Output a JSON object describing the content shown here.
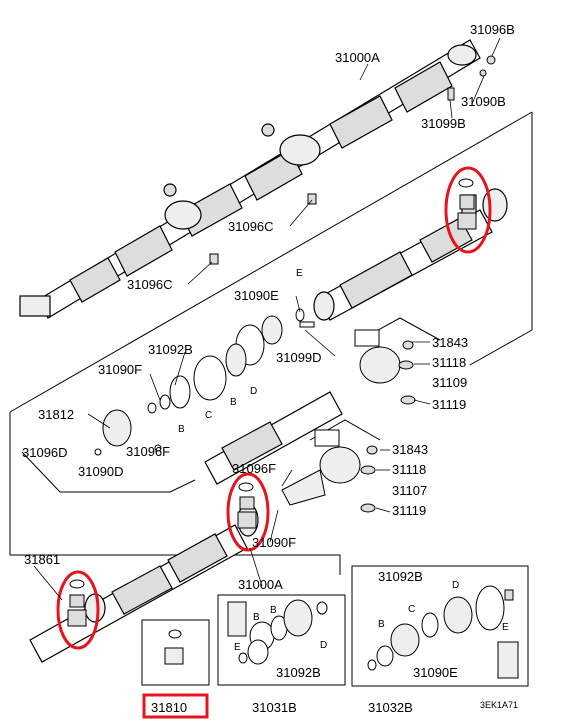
{
  "diagram": {
    "part_labels": {
      "p31096B": "31096B",
      "p31000A_top": "31000A",
      "p31090B": "31090B",
      "p31099B": "31099B",
      "p31096C_1": "31096C",
      "p31096C_2": "31096C",
      "p31090E": "31090E",
      "p31099D": "31099D",
      "p31092B_mid": "31092B",
      "p31090F_left": "31090F",
      "p31812": "31812",
      "p31096D": "31096D",
      "p31096F_1": "31096F",
      "p31090D": "31090D",
      "p31843_1": "31843",
      "p31118_1": "31118",
      "p31109": "31109",
      "p31119_1": "31119",
      "p31843_2": "31843",
      "p31118_2": "31118",
      "p31107": "31107",
      "p31119_2": "31119",
      "p31096F_2": "31096F",
      "p31090F_2": "31090F",
      "p31861": "31861",
      "p31000A_bottom": "31000A",
      "p31092B_box1": "31092B",
      "p31031B": "31031B",
      "p31092B_box2": "31092B",
      "p31090E_box2": "31090E",
      "p31032B": "31032B",
      "p31810": "31810"
    },
    "letter_labels": {
      "E_top": "E",
      "B_1": "B",
      "C_1": "C",
      "B_2": "B",
      "D_1": "D",
      "B_box1a": "B",
      "B_box1b": "B",
      "D_box1": "D",
      "E_box1": "E",
      "D_box2": "D",
      "C_box2": "C",
      "B_box2": "B",
      "E_box2": "E"
    },
    "figure_code": "3EK1A71",
    "highlight_color": "#e8141c",
    "line_color": "#000000"
  }
}
